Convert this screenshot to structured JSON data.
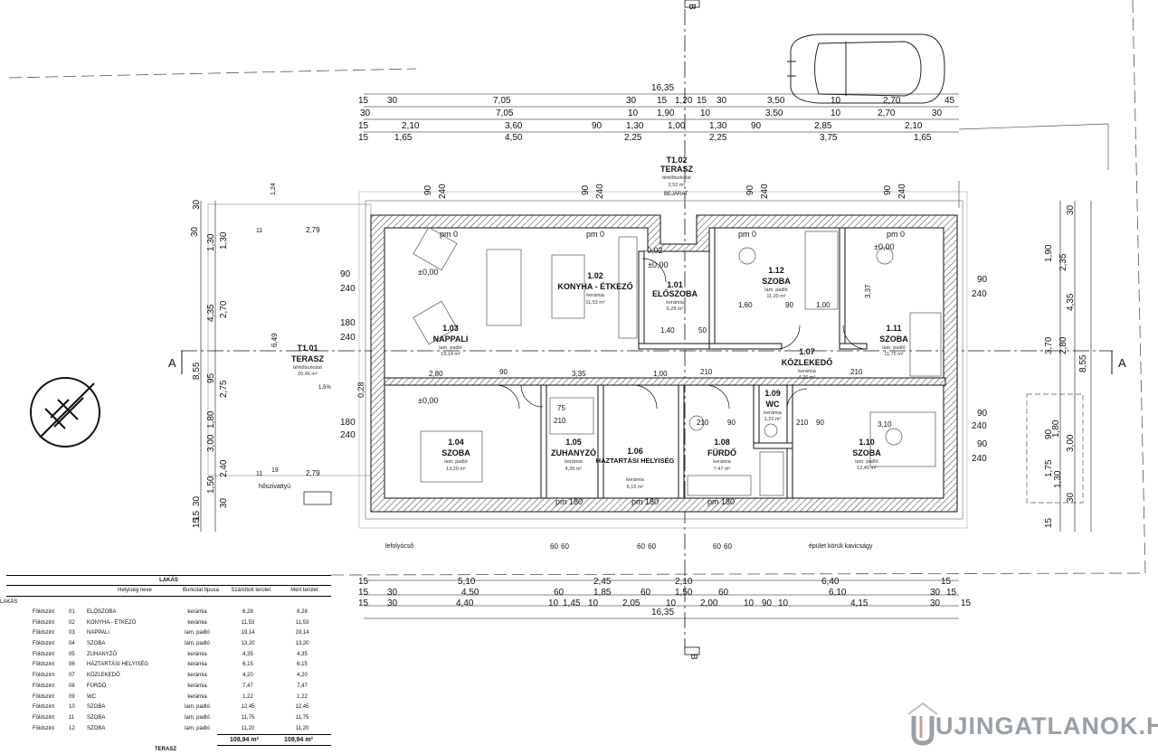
{
  "dimensions": {
    "top_total": "16,35",
    "top_row1": [
      "15",
      "30",
      "7,05",
      "30",
      "15",
      "1,20",
      "15",
      "30",
      "3,50",
      "10",
      "2,70",
      "45"
    ],
    "top_row2": [
      "30",
      "7,05",
      "10",
      "1,90",
      "10",
      "3,50",
      "10",
      "2,70",
      "30"
    ],
    "top_row3": [
      "15",
      "2,10",
      "3,60",
      "90",
      "1,30",
      "1,00",
      "1,30",
      "90",
      "2,85",
      "2,10"
    ],
    "top_row4": [
      "15",
      "1,65",
      "4,50",
      "2,25",
      "2,25",
      "3,75",
      "1,65"
    ],
    "bottom_row1": [
      "15",
      "5,10",
      "2,45",
      "2,10",
      "6,40",
      "15"
    ],
    "bottom_row2": [
      "15",
      "30",
      "4,50",
      "60",
      "1,85",
      "60",
      "1,50",
      "60",
      "6,10",
      "30",
      "15"
    ],
    "bottom_row3": [
      "15",
      "30",
      "4,40",
      "10",
      "1,45",
      "10",
      "2,05",
      "10",
      "2,00",
      "10",
      "90",
      "10",
      "4,15",
      "30",
      "15"
    ],
    "bottom_total": "16,35",
    "left_outer": [
      "15",
      "30",
      "8,55",
      "30",
      "15"
    ],
    "left_mid": [
      "1,30",
      "4,35",
      "3,00",
      "1,50"
    ],
    "left_inner": [
      "30",
      "1,30",
      "2,70",
      "95",
      "2,75",
      "1,80",
      "2,40",
      "30"
    ],
    "left_small": [
      "1,24",
      "2,79",
      "6,49",
      "2,79",
      "11",
      "11",
      "19",
      "0,28"
    ],
    "right_outer": [
      "30",
      "1,90",
      "3,70",
      "8,55",
      "15"
    ],
    "right_mid": [
      "2,35",
      "4,35",
      "3,00",
      "1,30"
    ],
    "right_inner": [
      "2,80",
      "1,80",
      "90",
      "1,75",
      "30"
    ],
    "interior": [
      "2,80",
      "3,35",
      "1,00",
      "1,40",
      "50",
      "1,60",
      "90",
      "1,00",
      "3,10",
      "3,37",
      "75",
      "210",
      "90",
      "240",
      "180",
      "60"
    ]
  },
  "section_marks": {
    "A": "A",
    "B": "B"
  },
  "rooms": [
    {
      "num": "1.01",
      "name": "ELŐSZOBA",
      "floor": "kerámia",
      "area": "6,28 m²"
    },
    {
      "num": "1.02",
      "name": "KONYHA - ÉTKEZŐ",
      "floor": "kerámia",
      "area": "11,53 m²"
    },
    {
      "num": "1.03",
      "name": "NAPPALI",
      "floor": "lam. padló",
      "area": "19,14 m²"
    },
    {
      "num": "1.04",
      "name": "SZOBA",
      "floor": "lam. padló",
      "area": "13,20 m²"
    },
    {
      "num": "1.05",
      "name": "ZUHANYZÓ",
      "floor": "kerámia",
      "area": "4,35 m²"
    },
    {
      "num": "1.06",
      "name": "HÁZTARTÁSI HELYISÉG",
      "floor": "kerámia",
      "area": "6,15 m²"
    },
    {
      "num": "1.07",
      "name": "KÖZLEKEDŐ",
      "floor": "kerámia",
      "area": "4,20 m²"
    },
    {
      "num": "1.08",
      "name": "FÜRDŐ",
      "floor": "kerámia",
      "area": "7,47 m²"
    },
    {
      "num": "1.09",
      "name": "WC",
      "floor": "kerámia",
      "area": "1,22 m²"
    },
    {
      "num": "1.10",
      "name": "SZOBA",
      "floor": "lam. padló",
      "area": "12,45 m²"
    },
    {
      "num": "1.11",
      "name": "SZOBA",
      "floor": "lam. padló",
      "area": "11,75 m²"
    },
    {
      "num": "1.12",
      "name": "SZOBA",
      "floor": "lam. padló",
      "area": "11,20 m²"
    }
  ],
  "terraces": [
    {
      "num": "T1.01",
      "name": "TERASZ",
      "floor": "térkőburkolat",
      "area": "20,46 m²"
    },
    {
      "num": "T1.02",
      "name": "TERASZ",
      "floor": "térkőburkolat",
      "area": "2,52 m²"
    }
  ],
  "levels": {
    "zero": "±0,00",
    "minus": "-0,02",
    "pm": "pm 0",
    "pm180": "pm 180",
    "bejarat": "BEJÁRAT",
    "slope": "1,5%"
  },
  "annotations": {
    "hoszivattyu": "hőszivattyú",
    "esocsatorna": "lefolyócső",
    "kavicsagy": "épület körüli kavicságy"
  },
  "table": {
    "title": "LAKÁS",
    "col_name": "Helyiség neve",
    "col_floor": "Burkolat típusa",
    "col_calc": "Számított terület",
    "col_meas": "Mért terület",
    "group": "LAKÁS",
    "rows": [
      {
        "level": "Földszint",
        "no": "01",
        "name": "ELŐSZOBA",
        "floor": "kerámia",
        "calc": "6,28",
        "meas": "6,28"
      },
      {
        "level": "Földszint",
        "no": "02",
        "name": "KONYHA - ÉTKEZŐ",
        "floor": "kerámia",
        "calc": "11,53",
        "meas": "11,53"
      },
      {
        "level": "Földszint",
        "no": "03",
        "name": "NAPPALI",
        "floor": "lam. padló",
        "calc": "19,14",
        "meas": "19,14"
      },
      {
        "level": "Földszint",
        "no": "04",
        "name": "SZOBA",
        "floor": "lam. padló",
        "calc": "13,20",
        "meas": "13,20"
      },
      {
        "level": "Földszint",
        "no": "05",
        "name": "ZUHANYZÓ",
        "floor": "kerámia",
        "calc": "4,35",
        "meas": "4,35"
      },
      {
        "level": "Földszint",
        "no": "06",
        "name": "HÁZTARTÁSI HELYISÉG",
        "floor": "kerámia",
        "calc": "6,15",
        "meas": "6,15"
      },
      {
        "level": "Földszint",
        "no": "07",
        "name": "KÖZLEKEDŐ",
        "floor": "kerámia",
        "calc": "4,20",
        "meas": "4,20"
      },
      {
        "level": "Földszint",
        "no": "08",
        "name": "FÜRDŐ",
        "floor": "kerámia",
        "calc": "7,47",
        "meas": "7,47"
      },
      {
        "level": "Földszint",
        "no": "09",
        "name": "WC",
        "floor": "kerámia",
        "calc": "1,22",
        "meas": "1,22"
      },
      {
        "level": "Földszint",
        "no": "10",
        "name": "SZOBA",
        "floor": "lam. padló",
        "calc": "12,45",
        "meas": "12,45"
      },
      {
        "level": "Földszint",
        "no": "11",
        "name": "SZOBA",
        "floor": "lam. padló",
        "calc": "11,75",
        "meas": "11,75"
      },
      {
        "level": "Földszint",
        "no": "12",
        "name": "SZOBA",
        "floor": "lam. padló",
        "calc": "11,20",
        "meas": "11,20"
      }
    ],
    "total_calc": "108,94 m²",
    "total_meas": "108,94 m²",
    "next_title": "TERASZ"
  },
  "watermark": "UJINGATLANOK.HU",
  "colors": {
    "wall_hatch": "#555555",
    "line": "#111111",
    "watermark": "#9aa1a6"
  }
}
